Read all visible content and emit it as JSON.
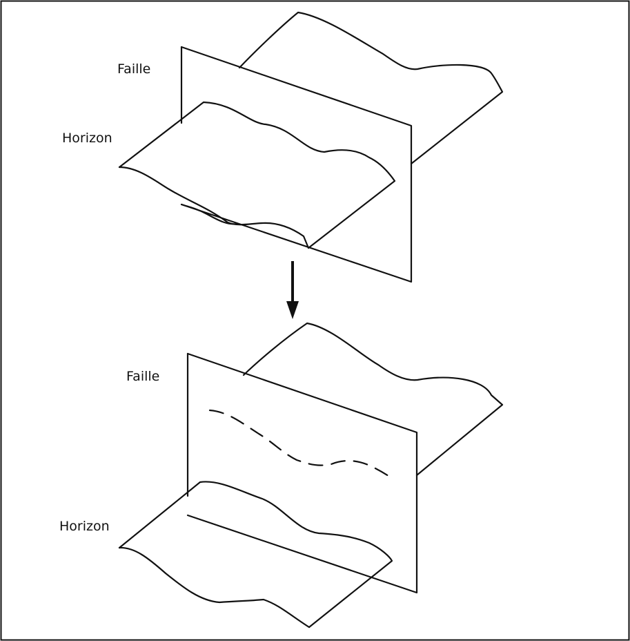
{
  "figure": {
    "labels": {
      "top_fault": "Faille",
      "top_horizon": "Horizon",
      "bottom_fault": "Faille",
      "bottom_horizon": "Horizon"
    },
    "colors": {
      "stroke": "#111111",
      "background": "#ffffff"
    },
    "icons": [
      "down-arrow-icon"
    ]
  }
}
